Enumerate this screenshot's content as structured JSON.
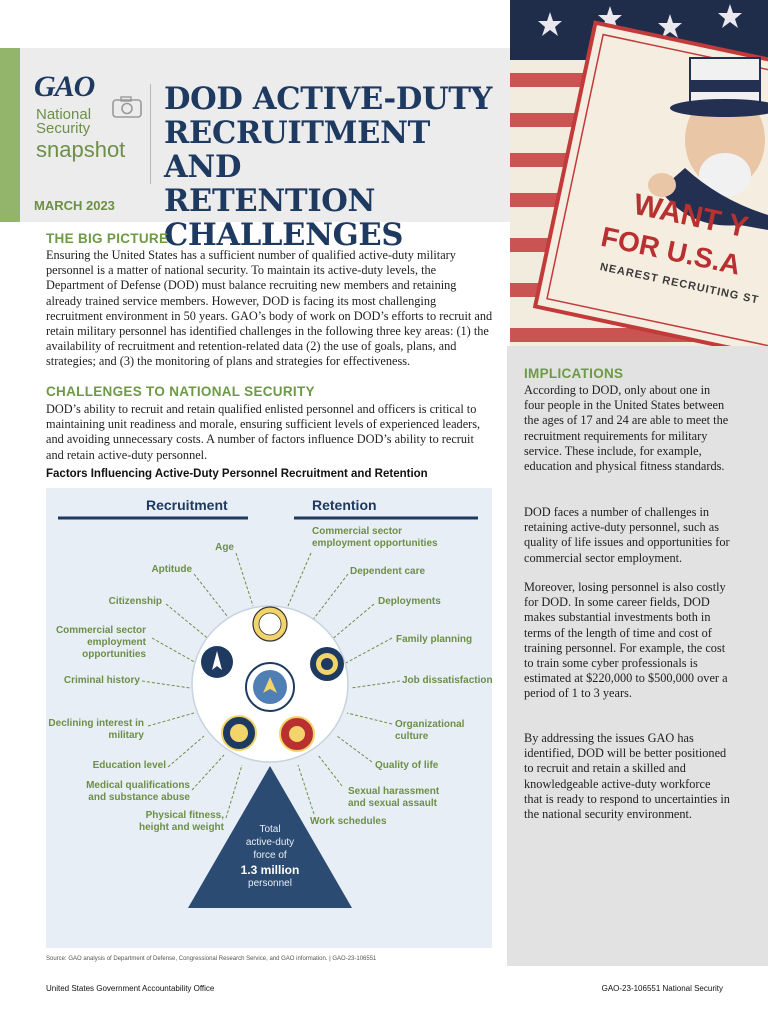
{
  "header": {
    "logo": "GAO",
    "series_line1": "National",
    "series_line2": "Security",
    "series_line3": "snapshot",
    "title_lines": [
      "DOD ACTIVE-DUTY",
      "RECRUITMENT AND",
      "RETENTION CHALLENGES"
    ],
    "date": "MARCH 2023"
  },
  "poster_text": {
    "line1": "WANT Y",
    "line2": "FOR U.S.A",
    "line3": "NEAREST RECRUITING ST"
  },
  "big_picture": {
    "heading": "THE BIG PICTURE",
    "text": "Ensuring the United States has a sufficient number of qualified active-duty military personnel is a matter of national security. To maintain its active-duty levels, the Department of Defense (DOD) must balance recruiting new members and retaining already trained service members. However, DOD is facing its most challenging recruitment environment in 50 years. GAO’s body of work on DOD’s efforts to recruit and retain military personnel has identified challenges in the following three key areas: (1) the availability of recruitment and retention-related data (2) the use of goals, plans, and strategies; and (3) the monitoring of plans and strategies for effectiveness."
  },
  "challenges": {
    "heading": "CHALLENGES TO NATIONAL SECURITY",
    "text": "DOD’s ability to recruit and retain qualified enlisted personnel and officers is critical to maintaining unit readiness and morale, ensuring sufficient levels of experienced leaders, and avoiding unnecessary costs. A number of factors influence DOD’s ability to recruit and retain active-duty personnel."
  },
  "figure": {
    "title": "Factors Influencing Active-Duty Personnel Recruitment and Retention",
    "recruitment_heading": "Recruitment",
    "retention_heading": "Retention",
    "recruitment_factors": [
      "Age",
      "Aptitude",
      "Citizenship",
      "Commercial sector employment opportunities",
      "Criminal history",
      "Declining interest in military",
      "Education level",
      "Medical qualifications and substance abuse",
      "Physical fitness, height and weight"
    ],
    "retention_factors": [
      "Commercial sector employment opportunities",
      "Dependent care",
      "Deployments",
      "Family planning",
      "Job dissatisfaction",
      "Organizational culture",
      "Quality of life",
      "Sexual harassment and sexual assault",
      "Work schedules"
    ],
    "pyramid_line1": "Total",
    "pyramid_line2": "active-duty",
    "pyramid_line3": "force of",
    "pyramid_value": "1.3 million",
    "pyramid_line4": "personnel"
  },
  "source": "Source: GAO analysis of Department of Defense, Congressional Research Service, and GAO information.  |  GAO-23-106551",
  "implications": {
    "heading": "IMPLICATIONS",
    "p1": "According to DOD, only about one in four people in the United States between the ages of 17 and 24 are able to meet the recruitment requirements for military service. These include, for example, education and physical fitness standards.",
    "p2": "DOD faces a number of challenges in retaining active-duty personnel, such as quality of life issues and opportunities for commercial sector employment.",
    "p3": "Moreover, losing personnel is also costly for DOD. In some career fields, DOD makes substantial investments both in terms of the length of time and cost of training personnel. For example, the cost to train some cyber professionals is estimated at $220,000 to $500,000 over a period of 1 to 3 years.",
    "p4": "By addressing the issues GAO has identified, DOD will be better positioned to recruit and retain a skilled and knowledgeable active-duty workforce that is ready to respond to uncertainties in the national security environment."
  },
  "footer": {
    "left": "United States Government Accountability Office",
    "right": "GAO-23-106551 National Security"
  },
  "colors": {
    "navy": "#1f3a60",
    "green": "#6d8f48",
    "sidebar": "#e2e2e2",
    "figure_bg": "#e8eef5"
  }
}
